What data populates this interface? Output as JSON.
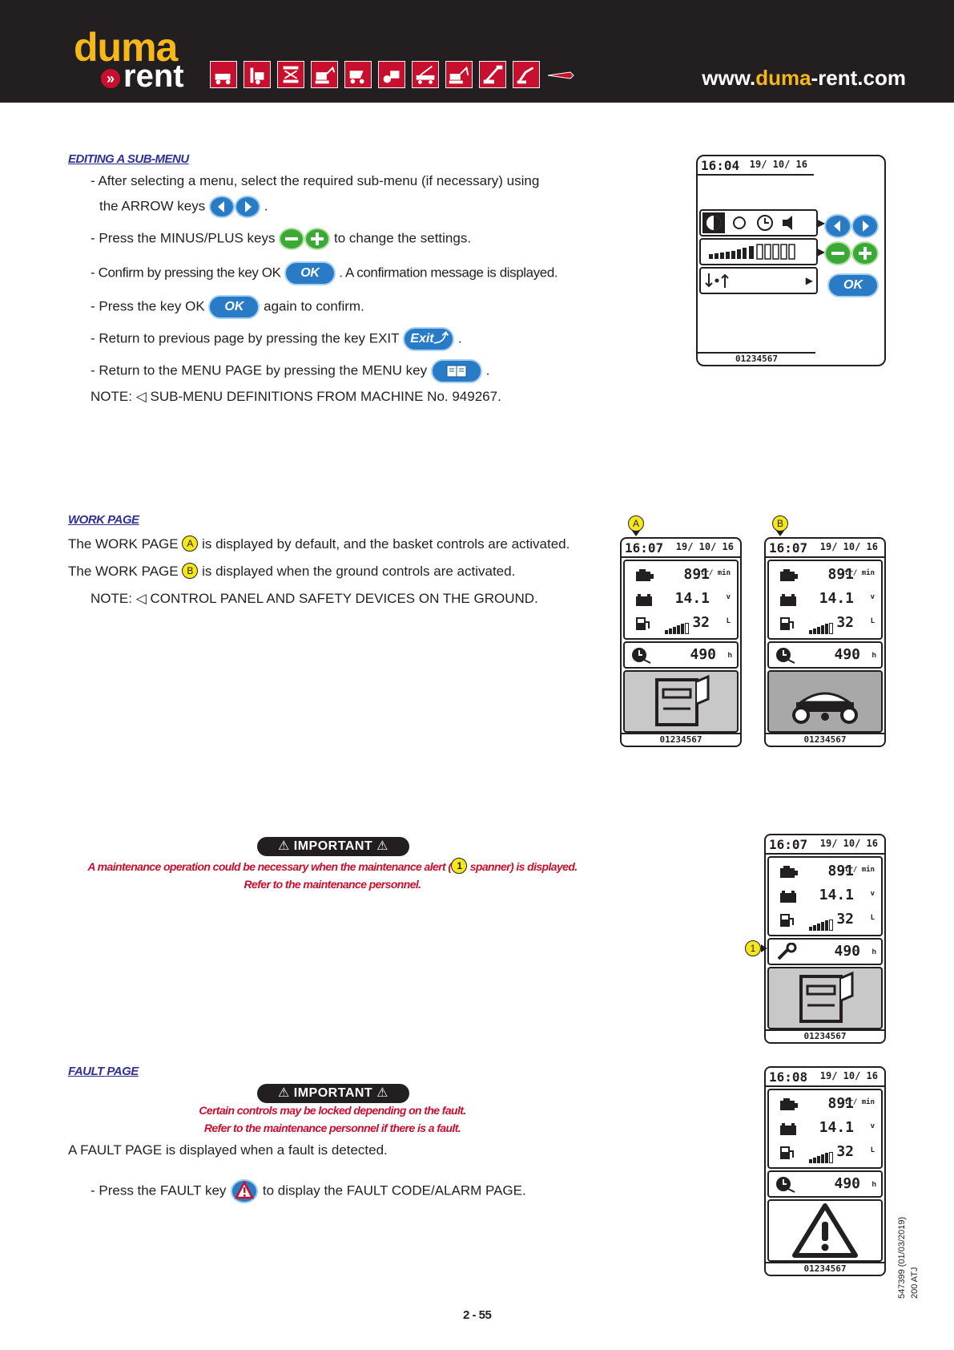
{
  "header": {
    "logo_top": "duma",
    "logo_bottom": "rent",
    "logo_chevron": "»",
    "url_pre": "www.",
    "url_hl": "duma",
    "url_post": "-rent.com"
  },
  "editing": {
    "heading": "EDITING A SUB-MENU",
    "l1": "- After selecting a menu, select the required sub-menu (if necessary) using",
    "l2a": "the ARROW keys",
    "l2b": ".",
    "l3a": "- Press the MINUS/PLUS keys",
    "l3b": "to change the settings.",
    "l4a": "- Confirm by pressing the key OK",
    "l4b": ". A confirmation message is displayed.",
    "l5a": "- Press the key OK",
    "l5b": "again to confirm.",
    "l6a": "- Return to previous page by pressing the key EXIT",
    "l6b": ".",
    "l7a": "- Return to the MENU PAGE by pressing the MENU key",
    "l7b": ".",
    "note_a": "NOTE:",
    "note_b": "SUB-MENU DEFINITIONS FROM MACHINE No. 949267.",
    "ok_label": "OK",
    "exit_label": "Exit"
  },
  "work": {
    "heading": "WORK PAGE",
    "l1a": "The WORK PAGE",
    "l1b": "is displayed by default, and the basket controls are activated.",
    "l2a": "The WORK PAGE",
    "l2b": "is displayed when the ground controls are activated.",
    "note_a": "NOTE:",
    "note_b": "CONTROL PANEL AND SAFETY DEVICES ON THE GROUND.",
    "callout_a": "A",
    "callout_b": "B"
  },
  "important1": {
    "label": "IMPORTANT",
    "line1a": "A maintenance operation could be necessary when the maintenance alert (",
    "line1b": "spanner) is displayed.",
    "line2": "Refer to the maintenance personnel.",
    "callout": "1"
  },
  "fault": {
    "heading": "FAULT PAGE",
    "important_label": "IMPORTANT",
    "warn1": "Certain controls may be locked depending on the fault.",
    "warn2": "Refer to the maintenance personnel if there is a fault.",
    "l1": "A FAULT PAGE is displayed when a fault is detected.",
    "l2a": "- Press the FAULT key",
    "l2b": "to display the FAULT CODE/ALARM PAGE."
  },
  "screens": {
    "menu": {
      "time": "16:04",
      "date": "19/ 10/ 16",
      "serial": "01234567"
    },
    "work_a": {
      "time": "16:07",
      "date": "19/ 10/ 16",
      "serial": "01234567"
    },
    "work_b": {
      "time": "16:07",
      "date": "19/ 10/ 16",
      "serial": "01234567"
    },
    "maint": {
      "time": "16:07",
      "date": "19/ 10/ 16",
      "serial": "01234567"
    },
    "fault": {
      "time": "16:08",
      "date": "19/ 10/ 16",
      "serial": "01234567"
    },
    "rpm": "891",
    "rpm_unit": "tr/ min",
    "volt": "14.1",
    "volt_unit": "v",
    "fuel": "32",
    "fuel_unit": "L",
    "hours": "490",
    "hours_unit": "h"
  },
  "footer": {
    "page": "2 - 55",
    "doc_ref": "547399 (01/03/2019)",
    "model": "200 ATJ"
  },
  "colors": {
    "brand_yellow": "#f6b819",
    "brand_red": "#c8102e",
    "heading_blue": "#2e3192",
    "key_blue": "#2a7bc5",
    "key_green": "#3aa935"
  }
}
